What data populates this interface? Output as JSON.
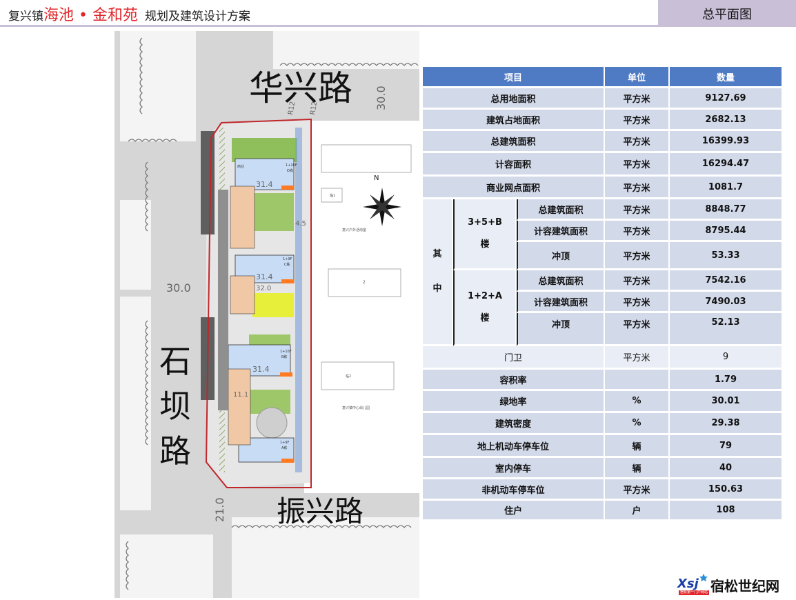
{
  "header": {
    "title_prefix": "复兴镇",
    "title_emphasis": "海池 • 金和苑",
    "title_suffix": "规划及建筑设计方案",
    "page_label": "总平面图"
  },
  "plan": {
    "roads": {
      "north": "华兴路",
      "west": "石坝路",
      "south": "振兴路"
    },
    "dimensions": {
      "north_width": "30.0",
      "west_width": "30.0",
      "south_width": "21.0",
      "radius_1": "R12",
      "radius_2": "R12",
      "bldg_d": "31.4",
      "bldg_c": "31.4",
      "bldg_b": "31.4",
      "gap_1": "32.0",
      "gap_2": "11.1",
      "gap_3": "4.5"
    },
    "north_arrow": "N",
    "labels": {
      "bldg_d": "D栋",
      "bldg_c": "C栋",
      "bldg_b": "B栋",
      "bldg_a": "A栋",
      "floors_d": "1+10F",
      "floors_c": "1+9F",
      "floors_b": "1+10F",
      "floors_a": "1+9F",
      "shop": "商业",
      "east_note_1": "临1",
      "east_note_2": "临2",
      "east_caption_1": "复兴户外活动室",
      "east_caption_2": "复兴镇中心幼儿园",
      "east_num": "2"
    }
  },
  "table": {
    "headers": [
      "项目",
      "单位",
      "数量"
    ],
    "rows_top": [
      {
        "item": "总用地面积",
        "unit": "平方米",
        "value": "9127.69"
      },
      {
        "item": "建筑占地面积",
        "unit": "平方米",
        "value": "2682.13"
      },
      {
        "item": "总建筑面积",
        "unit": "平方米",
        "value": "16399.93"
      },
      {
        "item": "计容面积",
        "unit": "平方米",
        "value": "16294.47"
      },
      {
        "item": "商业网点面积",
        "unit": "平方米",
        "value": "1081.7"
      }
    ],
    "group_label": "其中",
    "sub_groups": [
      {
        "name": "3+5+B楼",
        "rows": [
          {
            "item": "总建筑面积",
            "unit": "平方米",
            "value": "8848.77"
          },
          {
            "item": "计容建筑面积",
            "unit": "平方米",
            "value": "8795.44"
          },
          {
            "item": "冲顶",
            "unit": "平方米",
            "value": "53.33"
          }
        ]
      },
      {
        "name": "1+2+A楼",
        "rows": [
          {
            "item": "总建筑面积",
            "unit": "平方米",
            "value": "7542.16"
          },
          {
            "item": "计容建筑面积",
            "unit": "平方米",
            "value": "7490.03"
          },
          {
            "item": "冲顶",
            "unit": "平方米",
            "value": "52.13"
          }
        ]
      }
    ],
    "rows_bottom": [
      {
        "item": "门卫",
        "unit": "平方米",
        "value": "9"
      },
      {
        "item": "容积率",
        "unit": "",
        "value": "1.79"
      },
      {
        "item": "绿地率",
        "unit": "%",
        "value": "30.01"
      },
      {
        "item": "建筑密度",
        "unit": "%",
        "value": "29.38"
      },
      {
        "item": "地上机动车停车位",
        "unit": "辆",
        "value": "79"
      },
      {
        "item": "室内停车",
        "unit": "辆",
        "value": "40"
      },
      {
        "item": "非机动车停车位",
        "unit": "平方米",
        "value": "150.63"
      },
      {
        "item": "住户",
        "unit": "户",
        "value": "108"
      }
    ]
  },
  "logo": {
    "mark": "Xsj",
    "text": "宿松世纪网",
    "sub": "宿松第一门户网站"
  },
  "colors": {
    "header_band": "#c9c0d8",
    "table_header": "#4f7ac4",
    "table_cell": "#d2d9e9",
    "table_cell_light": "#e9edf5",
    "boundary": "#c0262b"
  }
}
